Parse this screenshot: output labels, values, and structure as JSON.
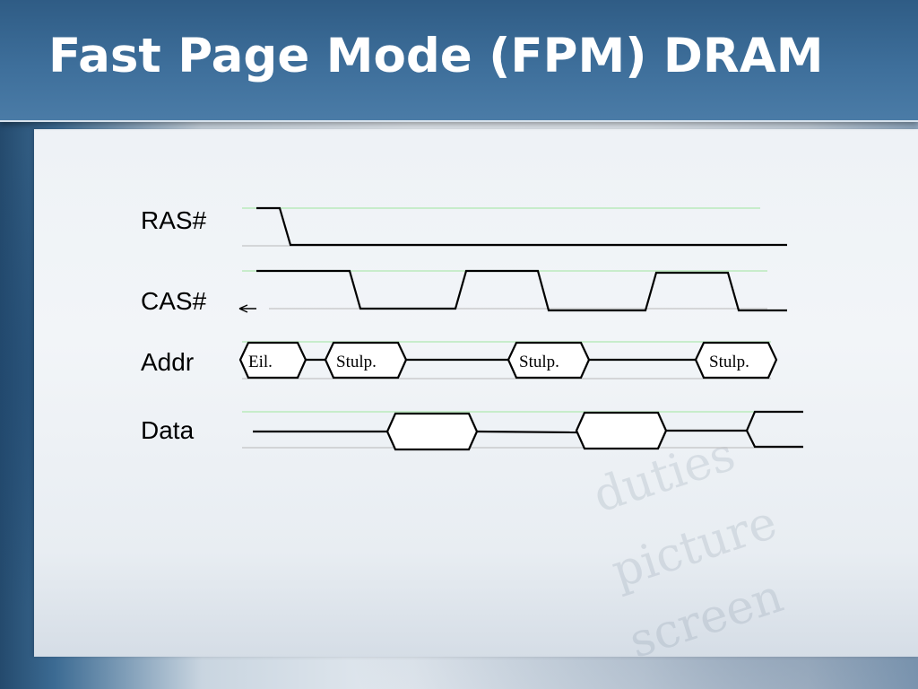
{
  "slide": {
    "title": "Fast Page Mode (FPM) DRAM"
  },
  "diagram": {
    "signals": [
      {
        "id": "ras",
        "label": "RAS#"
      },
      {
        "id": "cas",
        "label": "CAS#"
      },
      {
        "id": "addr",
        "label": "Addr"
      },
      {
        "id": "data",
        "label": "Data"
      }
    ],
    "address_phases": [
      {
        "label": "Eil."
      },
      {
        "label": "Stulp."
      },
      {
        "label": "Stulp."
      },
      {
        "label": "Stulp."
      }
    ]
  },
  "colors": {
    "title_bar": "#3e6f9b",
    "title_text": "#ffffff",
    "waveform": "#000000",
    "reference_high": "#9fe59f",
    "reference_low": "#b8b8b8"
  }
}
